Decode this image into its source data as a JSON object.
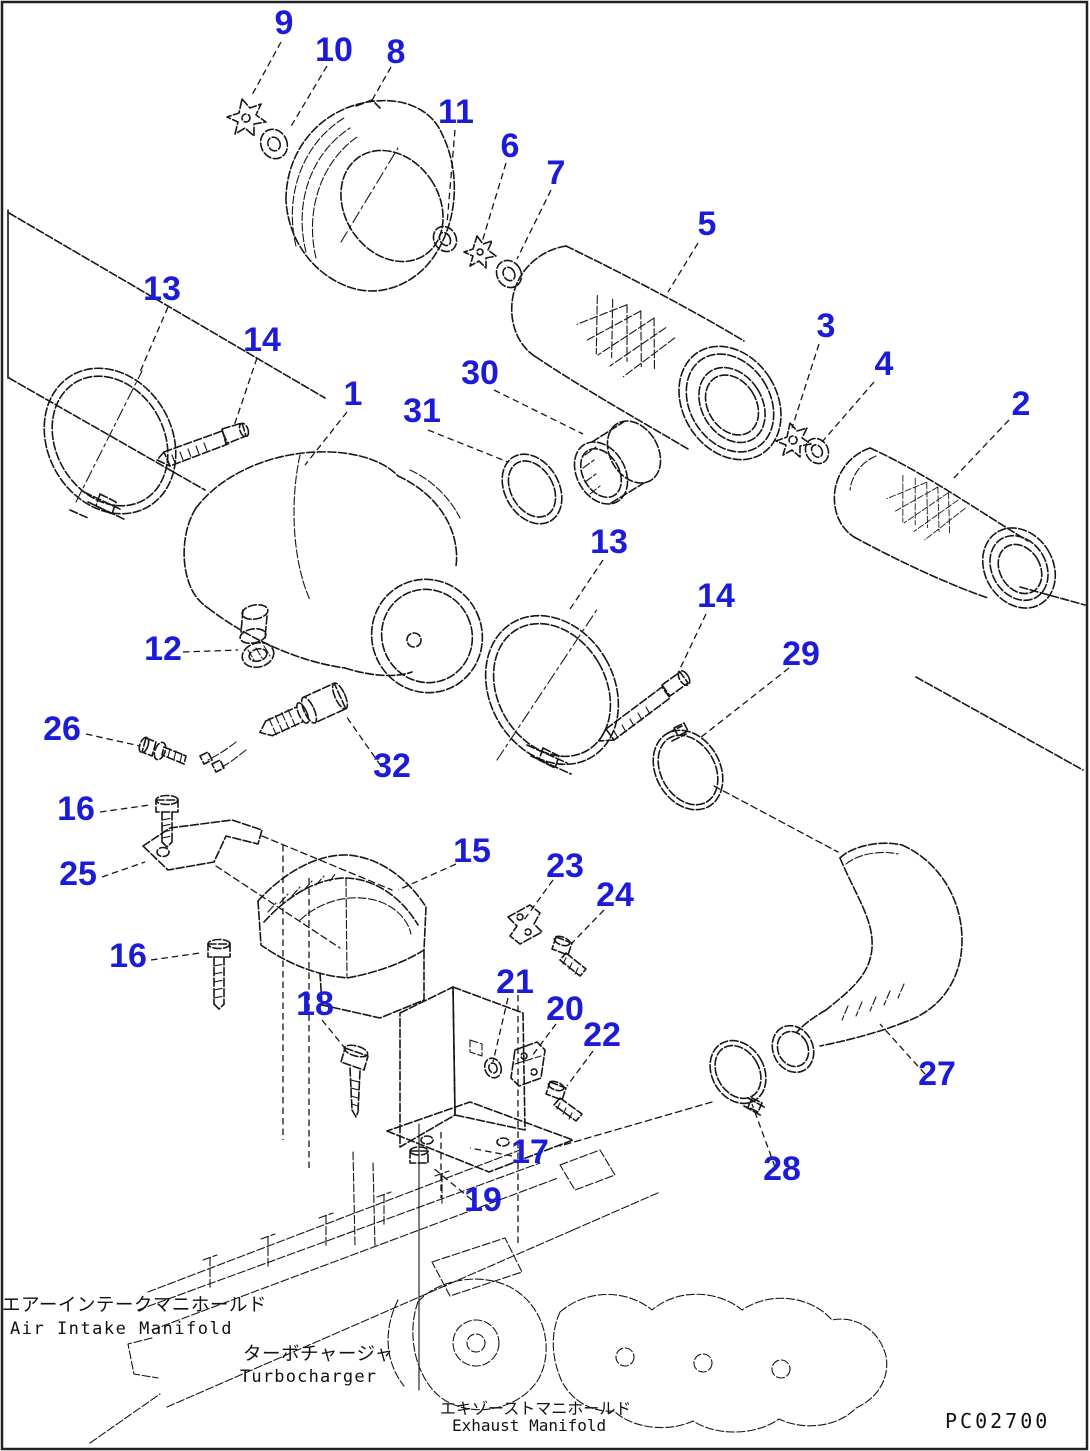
{
  "diagram": {
    "title": "Air cleaner and intake piping exploded parts diagram",
    "labels": [
      {
        "text": "9"
      },
      {
        "text": "10"
      },
      {
        "text": "8"
      },
      {
        "text": "11"
      },
      {
        "text": "6"
      },
      {
        "text": "7"
      },
      {
        "text": "5"
      },
      {
        "text": "13"
      },
      {
        "text": "14"
      },
      {
        "text": "3"
      },
      {
        "text": "4"
      },
      {
        "text": "2"
      },
      {
        "text": "1"
      },
      {
        "text": "31"
      },
      {
        "text": "30"
      },
      {
        "text": "13"
      },
      {
        "text": "14"
      },
      {
        "text": "12"
      },
      {
        "text": "29"
      },
      {
        "text": "26"
      },
      {
        "text": "16"
      },
      {
        "text": "25"
      },
      {
        "text": "32"
      },
      {
        "text": "15"
      },
      {
        "text": "23"
      },
      {
        "text": "24"
      },
      {
        "text": "16"
      },
      {
        "text": "21"
      },
      {
        "text": "20"
      },
      {
        "text": "22"
      },
      {
        "text": "18"
      },
      {
        "text": "27"
      },
      {
        "text": "17"
      },
      {
        "text": "28"
      },
      {
        "text": "19"
      }
    ],
    "captions": {
      "air_intake_jp": "エアーインテークマニホールド",
      "air_intake_en": "Air Intake Manifold",
      "turbocharger_jp": "ターボチャージャ",
      "turbocharger_en": "Turbocharger",
      "exhaust_jp": "エキゾーストマニホールド",
      "exhaust_en": "Exhaust Manifold"
    },
    "drawing_code": "PC02700",
    "colors": {
      "label_blue": "#1c1cd8",
      "line_black": "#161616",
      "background": "#ffffff"
    }
  }
}
